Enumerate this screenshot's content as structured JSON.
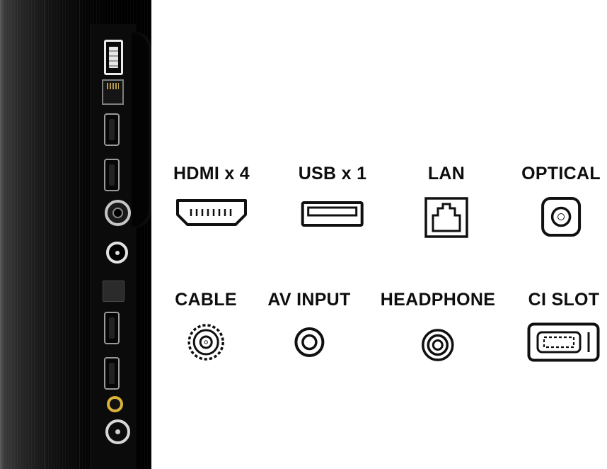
{
  "tv_panel": {
    "ports": [
      "usb-port",
      "lan-port",
      "hdmi-port",
      "hdmi-port",
      "coax-antenna-port",
      "round-av-port",
      "slot-port",
      "hdmi-port",
      "hdmi-port",
      "yellow-rca-port",
      "coax-antenna-port"
    ]
  },
  "legend": {
    "row1": [
      {
        "label": "HDMI x 4",
        "icon": "hdmi-connector-icon"
      },
      {
        "label": "USB x 1",
        "icon": "usb-connector-icon"
      },
      {
        "label": "LAN",
        "icon": "lan-rj45-icon"
      },
      {
        "label": "OPTICAL",
        "icon": "optical-audio-icon"
      }
    ],
    "row2": [
      {
        "label": "CABLE",
        "icon": "cable-coax-icon"
      },
      {
        "label": "AV INPUT",
        "icon": "av-input-icon"
      },
      {
        "label": "HEADPHONE",
        "icon": "headphone-jack-icon"
      },
      {
        "label": "CI SLOT",
        "icon": "ci-slot-icon"
      }
    ]
  }
}
